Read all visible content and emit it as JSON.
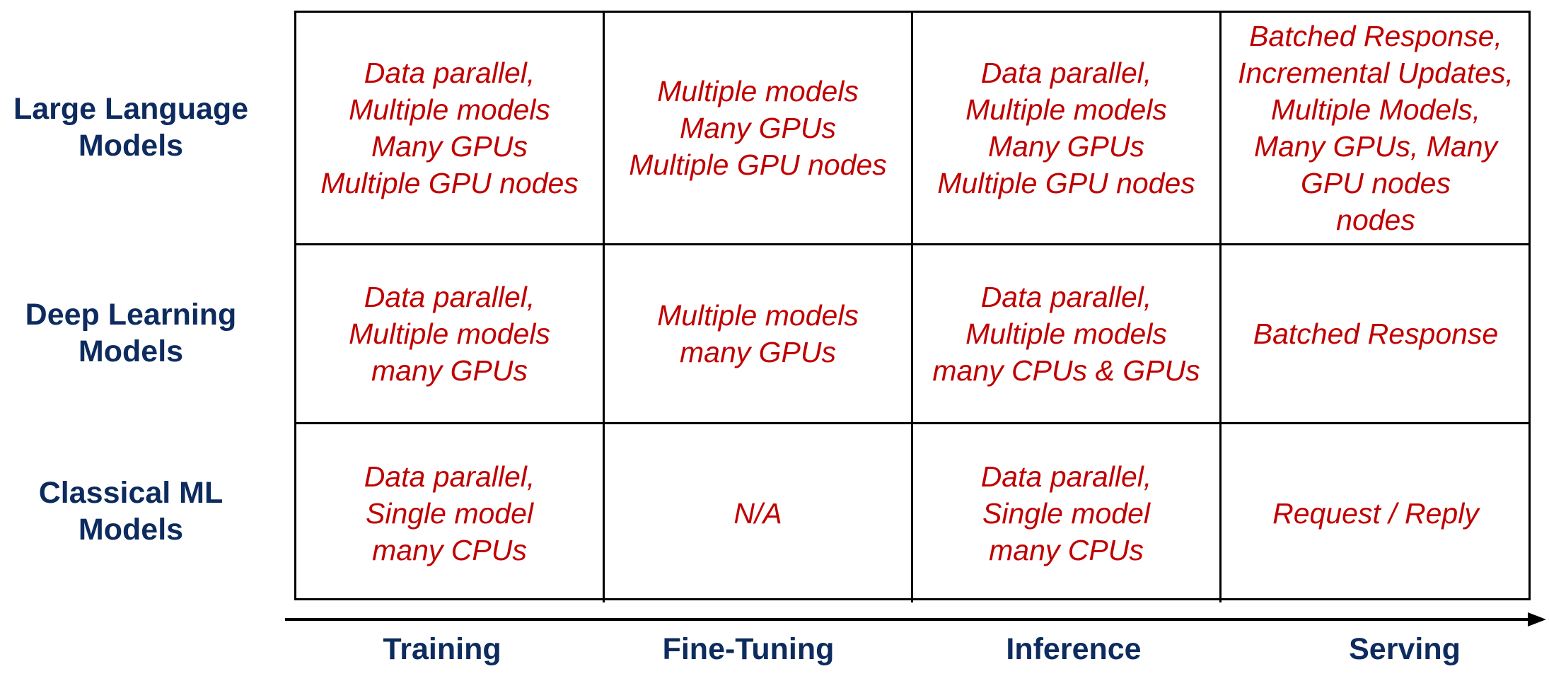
{
  "rows": [
    {
      "line1": "Large Language",
      "line2": "Models"
    },
    {
      "line1": "Deep Learning",
      "line2": "Models"
    },
    {
      "line1": "Classical ML",
      "line2": "Models"
    }
  ],
  "columns": [
    "Training",
    "Fine-Tuning",
    "Inference",
    "Serving"
  ],
  "cells": [
    [
      [
        "Data parallel,",
        "Multiple models",
        "Many GPUs",
        "Multiple GPU nodes"
      ],
      [
        "Multiple models",
        "Many GPUs",
        "Multiple GPU nodes"
      ],
      [
        "Data parallel,",
        "Multiple models",
        "Many GPUs",
        "Multiple GPU nodes"
      ],
      [
        "Batched Response,",
        "Incremental Updates,",
        "Multiple Models,",
        "Many GPUs, Many",
        "GPU nodes",
        "nodes"
      ]
    ],
    [
      [
        "Data parallel,",
        "Multiple models",
        "many GPUs"
      ],
      [
        "Multiple models",
        "many GPUs"
      ],
      [
        "Data parallel,",
        "Multiple models",
        "many CPUs & GPUs"
      ],
      [
        "Batched Response"
      ]
    ],
    [
      [
        "Data parallel,",
        "Single model",
        "many CPUs"
      ],
      [
        "N/A"
      ],
      [
        "Data parallel,",
        "Single model",
        "many CPUs"
      ],
      [
        "Request / Reply"
      ]
    ]
  ],
  "colors": {
    "label_navy": "#0d2b5e",
    "cell_red": "#c00000",
    "grid_line": "#000000"
  }
}
